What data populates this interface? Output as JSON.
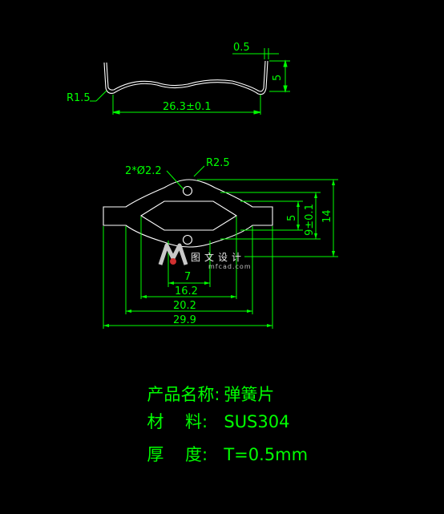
{
  "dimensions": {
    "thickness_top": "0.5",
    "height_top": "5",
    "radius_top": "R1.5",
    "length_top": "26.3±0.1",
    "holes": "2*Ø2.2",
    "radius_mid": "R2.5",
    "dim_5": "5",
    "dim_9": "9±0.1",
    "dim_14": "14",
    "dim_7": "7",
    "dim_16_2": "16.2",
    "dim_20_2": "20.2",
    "dim_29_9": "29.9"
  },
  "info": {
    "name_label": "产品名称:",
    "name_value": "弹簧片",
    "material_label": "材    料:",
    "material_value": "SUS304",
    "thickness_label": "厚    度:",
    "thickness_value": "T=0.5mm"
  },
  "watermark": {
    "text": "图文设计",
    "sub": "mfcad.com"
  },
  "colors": {
    "background": "#000000",
    "outline": "#ffffff",
    "dimension": "#00ff00"
  }
}
